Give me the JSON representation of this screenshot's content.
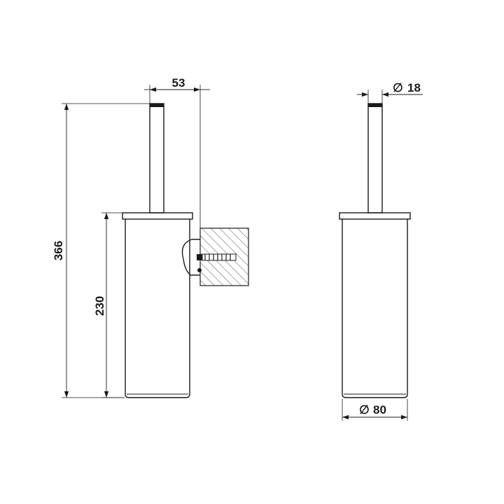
{
  "diagram": {
    "dimensions": {
      "total_height": "366",
      "body_height": "230",
      "wall_offset": "53",
      "handle_diameter": "18",
      "body_diameter": "80"
    },
    "symbols": {
      "diameter": "∅"
    },
    "colors": {
      "line": "#1a1a1a",
      "background": "#ffffff",
      "hatch": "#555555"
    }
  }
}
